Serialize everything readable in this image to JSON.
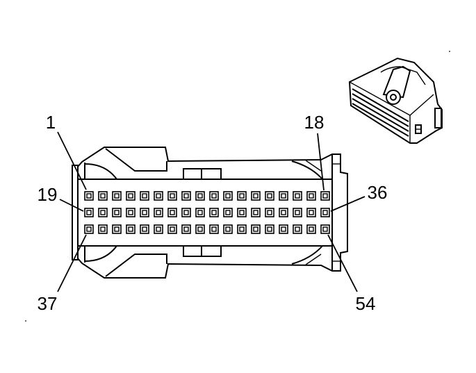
{
  "figure": {
    "colors": {
      "line": "#000000",
      "background": "#ffffff"
    }
  },
  "connector": {
    "pin_labels": {
      "top_row_first": "1",
      "top_row_last": "18",
      "middle_row_first": "19",
      "middle_row_last": "36",
      "bottom_row_first": "37",
      "bottom_row_last": "54"
    }
  }
}
